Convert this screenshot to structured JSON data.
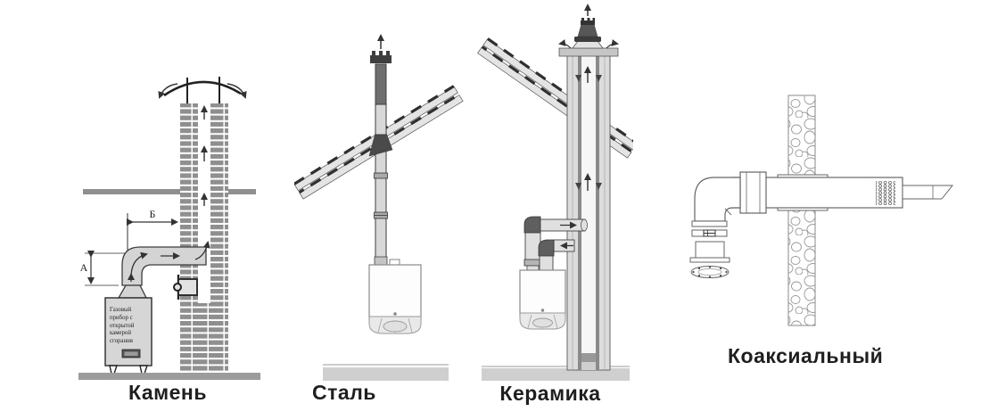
{
  "captions": {
    "stone": "Камень",
    "steel": "Сталь",
    "ceramic": "Керамика",
    "coaxial": "Коаксиальный"
  },
  "stone_diagram": {
    "appliance_label": "Газовый прибор с открытой камерой сгорания",
    "dim_vertical_label": "А",
    "dim_horizontal_label": "Б"
  },
  "colors": {
    "background": "#ffffff",
    "brick": "#8f8f8f",
    "duct_gray": "#d4d4d4",
    "dark_pipe": "#6f6f6f",
    "ground_dark": "#9c9c9c",
    "ground_light": "#cfcfcf",
    "outline": "#3c3c3c",
    "caption_text": "#1f1f1f"
  }
}
